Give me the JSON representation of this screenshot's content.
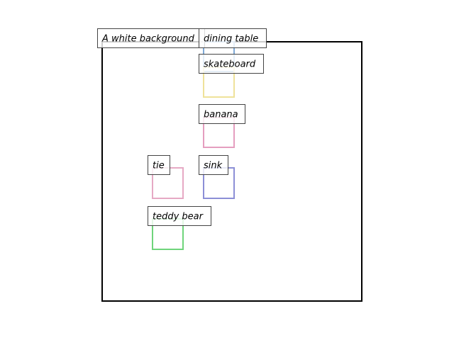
{
  "scene": {
    "caption": "A white background",
    "objects": [
      {
        "label": "dining table",
        "color": "#7fa9d6"
      },
      {
        "label": "skateboard",
        "color": "#efe29a"
      },
      {
        "label": "banana",
        "color": "#e59ebf"
      },
      {
        "label": "tie",
        "color": "#e6a9c4"
      },
      {
        "label": "sink",
        "color": "#8c8fd6"
      },
      {
        "label": "teddy bear",
        "color": "#6fd47b"
      }
    ]
  }
}
